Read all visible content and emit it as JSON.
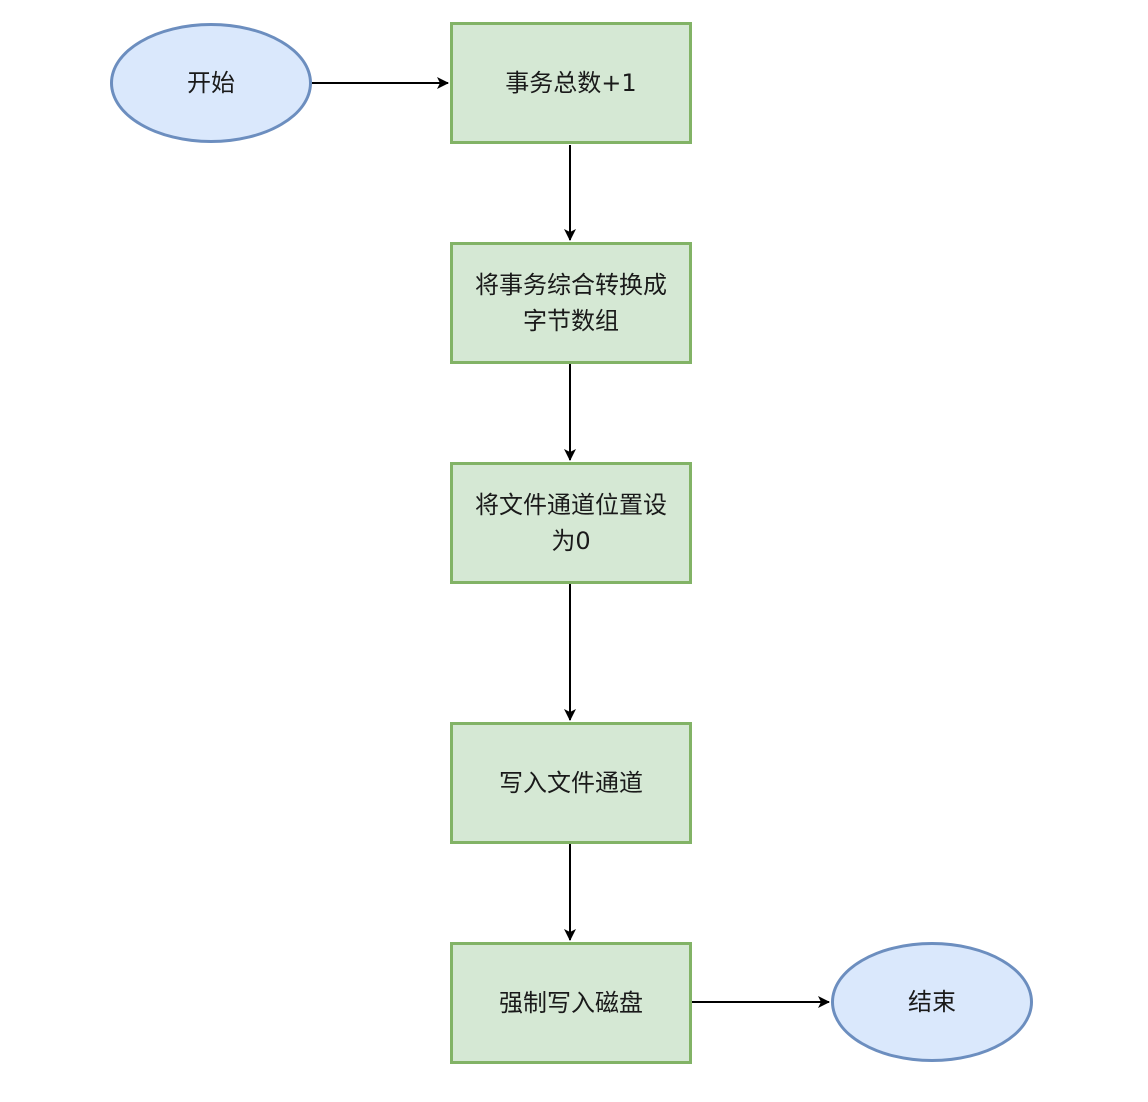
{
  "diagram": {
    "nodes": [
      {
        "id": "start",
        "kind": "terminal",
        "label": "开始"
      },
      {
        "id": "step1",
        "kind": "process",
        "label": "事务总数+1"
      },
      {
        "id": "step2",
        "kind": "process",
        "label": "将事务综合转换成\n字节数组"
      },
      {
        "id": "step3",
        "kind": "process",
        "label": "将文件通道位置设\n为0"
      },
      {
        "id": "step4",
        "kind": "process",
        "label": "写入文件通道"
      },
      {
        "id": "step5",
        "kind": "process",
        "label": "强制写入磁盘"
      },
      {
        "id": "end",
        "kind": "terminal",
        "label": "结束"
      }
    ],
    "edges": [
      {
        "from": "start",
        "to": "step1"
      },
      {
        "from": "step1",
        "to": "step2"
      },
      {
        "from": "step2",
        "to": "step3"
      },
      {
        "from": "step3",
        "to": "step4"
      },
      {
        "from": "step4",
        "to": "step5"
      },
      {
        "from": "step5",
        "to": "end"
      }
    ],
    "colors": {
      "process_fill": "#d5e8d4",
      "process_stroke": "#82b366",
      "terminal_fill": "#dae8fc",
      "terminal_stroke": "#6c8ebf",
      "edge": "#000000"
    }
  }
}
